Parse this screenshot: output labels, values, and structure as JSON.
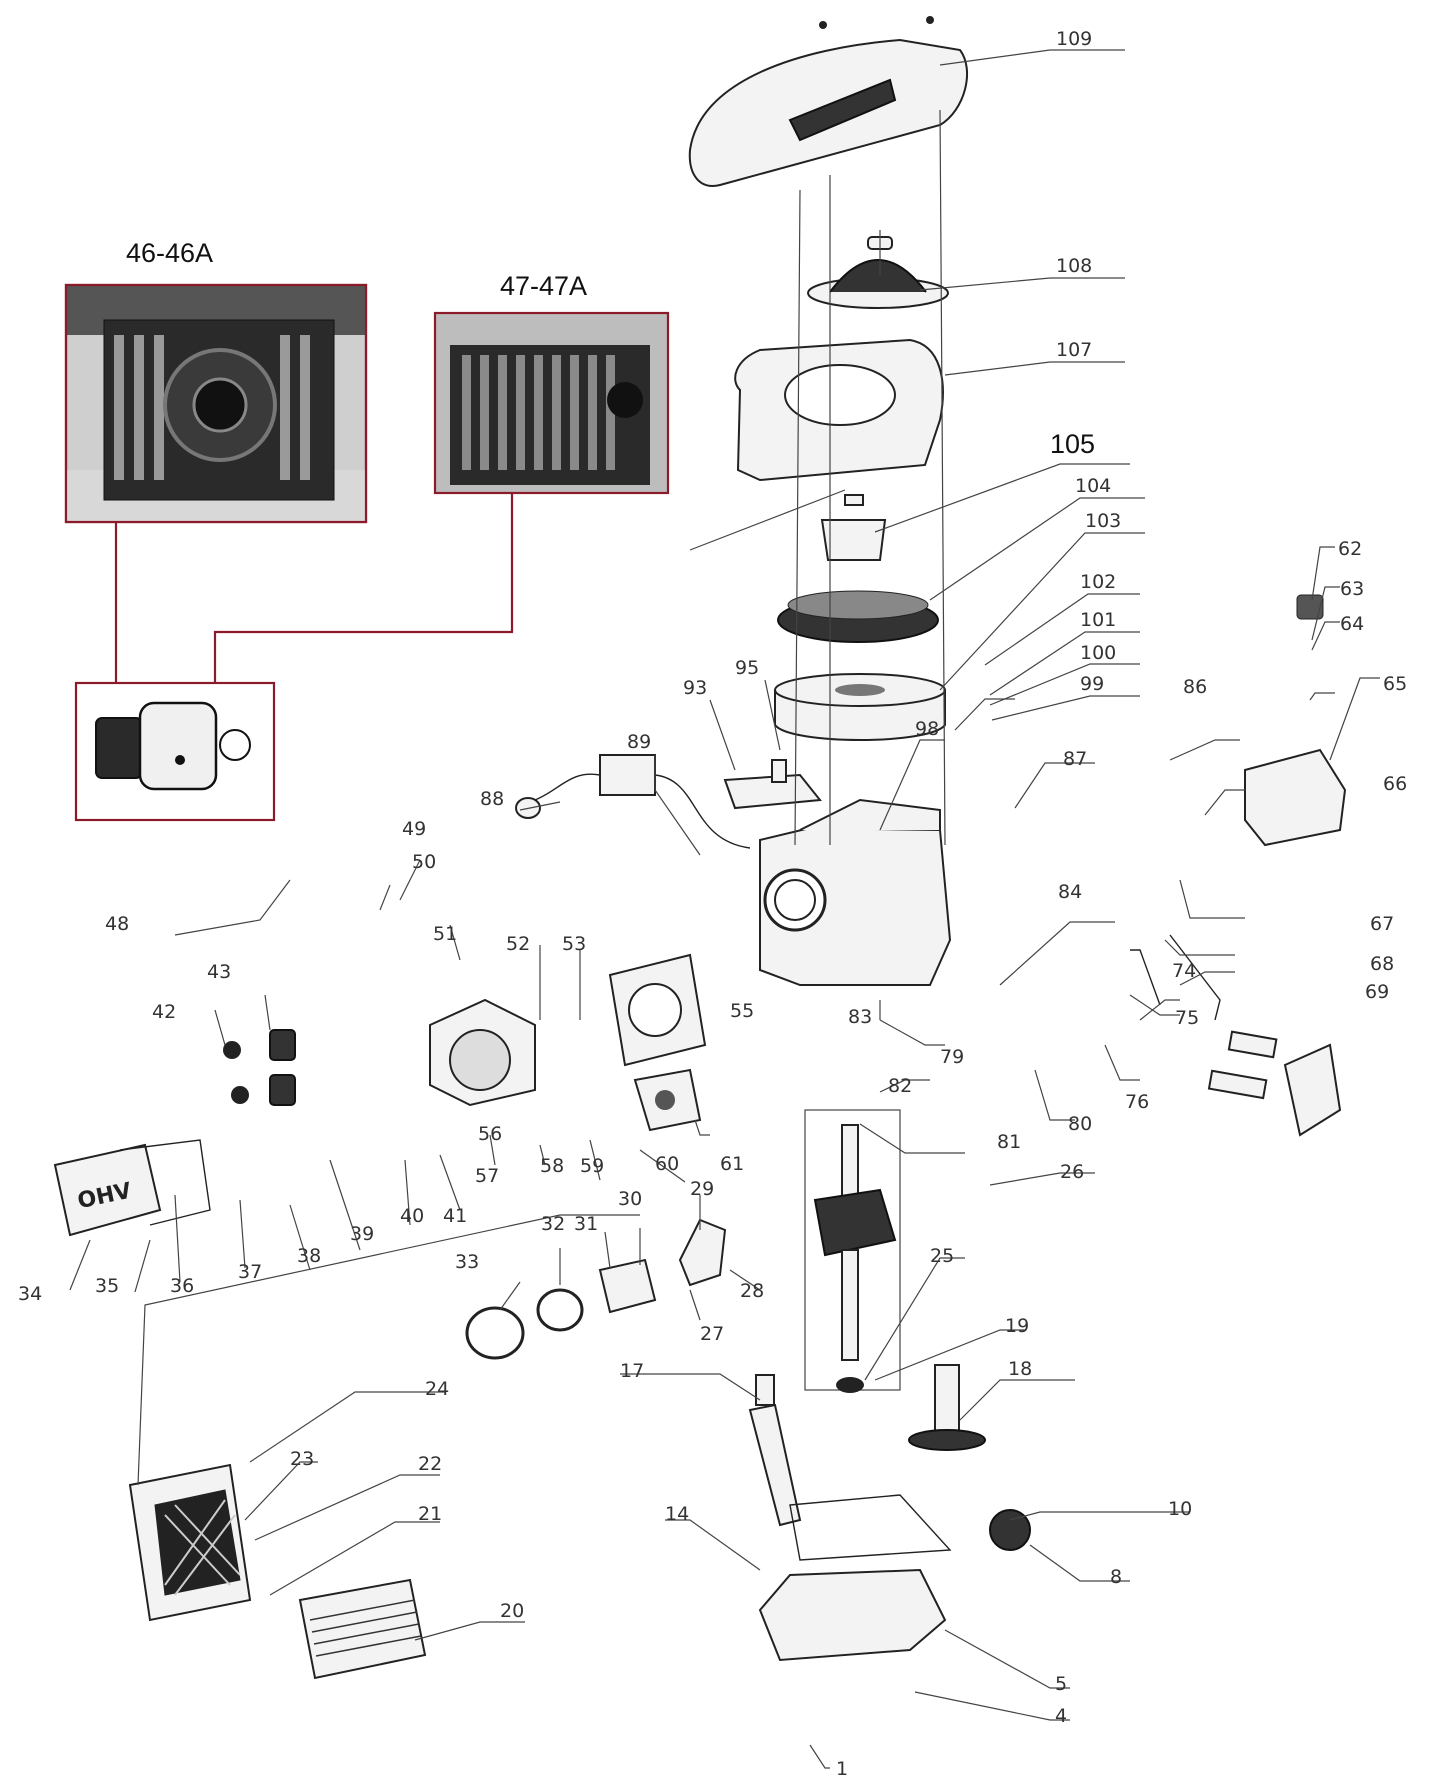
{
  "insets": [
    {
      "id": "inset-46",
      "title": "46-46A"
    },
    {
      "id": "inset-47",
      "title": "47-47A"
    }
  ],
  "labels": [
    {
      "id": "109",
      "text": "109"
    },
    {
      "id": "108",
      "text": "108"
    },
    {
      "id": "107",
      "text": "107"
    },
    {
      "id": "105",
      "text": "105"
    },
    {
      "id": "104",
      "text": "104"
    },
    {
      "id": "103",
      "text": "103"
    },
    {
      "id": "102",
      "text": "102"
    },
    {
      "id": "101",
      "text": "101"
    },
    {
      "id": "100",
      "text": "100"
    },
    {
      "id": "99",
      "text": "99"
    },
    {
      "id": "98",
      "text": "98"
    },
    {
      "id": "95",
      "text": "95"
    },
    {
      "id": "93",
      "text": "93"
    },
    {
      "id": "89",
      "text": "89"
    },
    {
      "id": "88",
      "text": "88"
    },
    {
      "id": "87",
      "text": "87"
    },
    {
      "id": "86",
      "text": "86"
    },
    {
      "id": "84",
      "text": "84"
    },
    {
      "id": "83",
      "text": "83"
    },
    {
      "id": "82",
      "text": "82"
    },
    {
      "id": "81",
      "text": "81"
    },
    {
      "id": "80",
      "text": "80"
    },
    {
      "id": "79",
      "text": "79"
    },
    {
      "id": "76",
      "text": "76"
    },
    {
      "id": "75",
      "text": "75"
    },
    {
      "id": "74",
      "text": "74"
    },
    {
      "id": "69",
      "text": "69"
    },
    {
      "id": "68",
      "text": "68"
    },
    {
      "id": "67",
      "text": "67"
    },
    {
      "id": "66",
      "text": "66"
    },
    {
      "id": "65",
      "text": "65"
    },
    {
      "id": "64",
      "text": "64"
    },
    {
      "id": "63",
      "text": "63"
    },
    {
      "id": "62",
      "text": "62"
    },
    {
      "id": "61",
      "text": "61"
    },
    {
      "id": "60",
      "text": "60"
    },
    {
      "id": "59",
      "text": "59"
    },
    {
      "id": "58",
      "text": "58"
    },
    {
      "id": "57",
      "text": "57"
    },
    {
      "id": "56",
      "text": "56"
    },
    {
      "id": "55",
      "text": "55"
    },
    {
      "id": "53",
      "text": "53"
    },
    {
      "id": "52",
      "text": "52"
    },
    {
      "id": "51",
      "text": "51"
    },
    {
      "id": "50",
      "text": "50"
    },
    {
      "id": "49",
      "text": "49"
    },
    {
      "id": "48",
      "text": "48"
    },
    {
      "id": "43",
      "text": "43"
    },
    {
      "id": "42",
      "text": "42"
    },
    {
      "id": "41",
      "text": "41"
    },
    {
      "id": "40",
      "text": "40"
    },
    {
      "id": "39",
      "text": "39"
    },
    {
      "id": "38",
      "text": "38"
    },
    {
      "id": "37",
      "text": "37"
    },
    {
      "id": "36",
      "text": "36"
    },
    {
      "id": "35",
      "text": "35"
    },
    {
      "id": "34",
      "text": "34"
    },
    {
      "id": "33",
      "text": "33"
    },
    {
      "id": "32",
      "text": "32"
    },
    {
      "id": "31",
      "text": "31"
    },
    {
      "id": "30",
      "text": "30"
    },
    {
      "id": "29",
      "text": "29"
    },
    {
      "id": "28",
      "text": "28"
    },
    {
      "id": "27",
      "text": "27"
    },
    {
      "id": "26",
      "text": "26"
    },
    {
      "id": "25",
      "text": "25"
    },
    {
      "id": "24",
      "text": "24"
    },
    {
      "id": "23",
      "text": "23"
    },
    {
      "id": "22",
      "text": "22"
    },
    {
      "id": "21",
      "text": "21"
    },
    {
      "id": "20",
      "text": "20"
    },
    {
      "id": "19",
      "text": "19"
    },
    {
      "id": "18",
      "text": "18"
    },
    {
      "id": "17",
      "text": "17"
    },
    {
      "id": "14",
      "text": "14"
    },
    {
      "id": "10",
      "text": "10"
    },
    {
      "id": "8",
      "text": "8"
    },
    {
      "id": "5",
      "text": "5"
    },
    {
      "id": "4",
      "text": "4"
    },
    {
      "id": "1",
      "text": "1"
    }
  ],
  "valve_cover_text": "OHV",
  "colors": {
    "inset_border": "#8b1a2b",
    "line": "#222222",
    "label": "#333333"
  }
}
